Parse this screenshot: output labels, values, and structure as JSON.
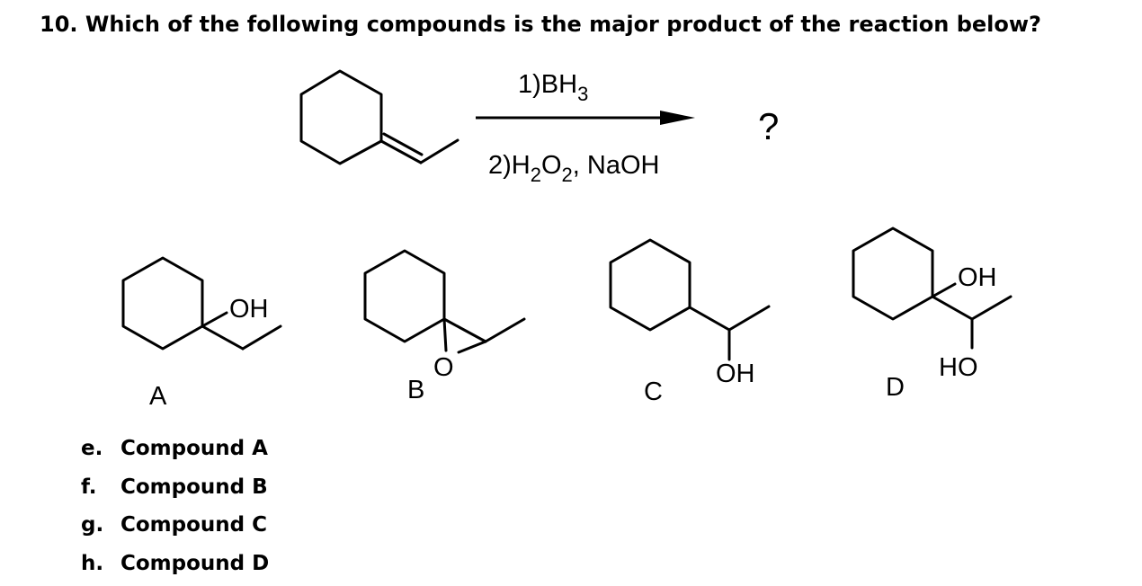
{
  "question": {
    "text": "10. Which of the following compounds is the major product of the reaction below?"
  },
  "reaction": {
    "reagent1_prefix": "1)BH",
    "reagent1_sub": "3",
    "reagent2_prefix": "2)H",
    "reagent2_sub1": "2",
    "reagent2_mid": "O",
    "reagent2_sub2": "2",
    "reagent2_suffix": ", NaOH",
    "product_placeholder": "?"
  },
  "structures": {
    "A": {
      "label": "A",
      "group1": "OH"
    },
    "B": {
      "label": "B",
      "oxygen": "O"
    },
    "C": {
      "label": "C",
      "group1": "OH"
    },
    "D": {
      "label": "D",
      "group1": "OH",
      "group2": "HO"
    }
  },
  "options": [
    {
      "letter": "e.",
      "text": "Compound A"
    },
    {
      "letter": "f.",
      "text": "Compound B"
    },
    {
      "letter": "g.",
      "text": "Compound C"
    },
    {
      "letter": "h.",
      "text": "Compound D"
    }
  ]
}
